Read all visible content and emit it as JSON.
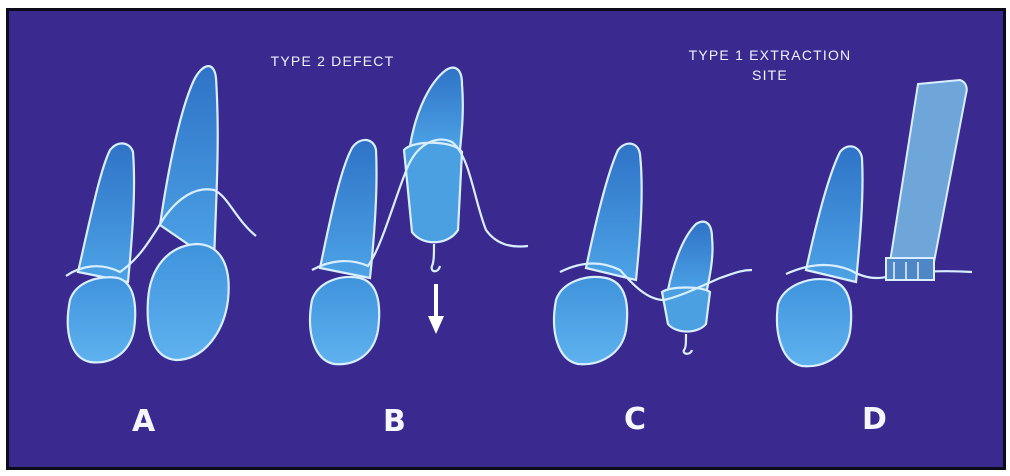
{
  "diagram": {
    "heading_left": "TYPE 2 DEFECT",
    "heading_right_line1": "TYPE 1 EXTRACTION",
    "heading_right_line2": "SITE",
    "panel_labels": [
      "A",
      "B",
      "C",
      "D"
    ],
    "colors": {
      "background": "#3a2a8f",
      "tooth_fill": "#3c8fd6",
      "outline": "#d9efff",
      "arrow": "#ffffff"
    }
  }
}
